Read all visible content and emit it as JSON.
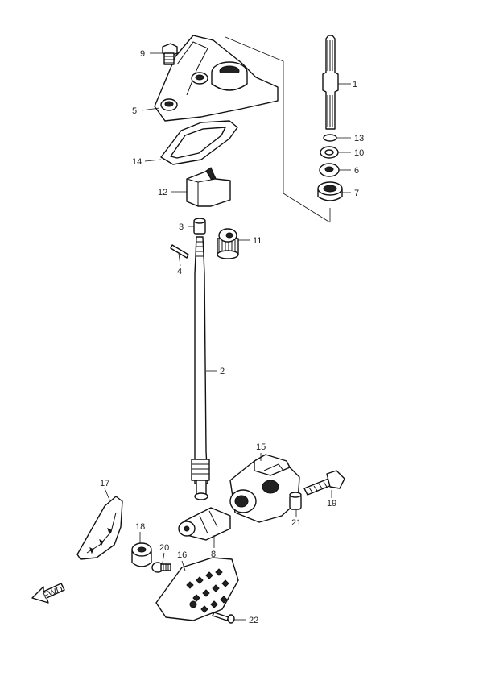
{
  "diagram": {
    "callouts": [
      {
        "id": "1",
        "text": "1"
      },
      {
        "id": "2",
        "text": "2"
      },
      {
        "id": "3",
        "text": "3"
      },
      {
        "id": "4",
        "text": "4"
      },
      {
        "id": "5",
        "text": "5"
      },
      {
        "id": "6",
        "text": "6"
      },
      {
        "id": "7",
        "text": "7"
      },
      {
        "id": "8",
        "text": "8"
      },
      {
        "id": "9",
        "text": "9"
      },
      {
        "id": "10",
        "text": "10"
      },
      {
        "id": "11",
        "text": "11"
      },
      {
        "id": "12",
        "text": "12"
      },
      {
        "id": "13",
        "text": "13"
      },
      {
        "id": "14",
        "text": "14"
      },
      {
        "id": "15",
        "text": "15"
      },
      {
        "id": "16",
        "text": "16"
      },
      {
        "id": "17",
        "text": "17"
      },
      {
        "id": "18",
        "text": "18"
      },
      {
        "id": "19",
        "text": "19"
      },
      {
        "id": "20",
        "text": "20"
      },
      {
        "id": "21",
        "text": "21"
      },
      {
        "id": "22",
        "text": "22"
      }
    ],
    "fwd_label": "FWD"
  }
}
